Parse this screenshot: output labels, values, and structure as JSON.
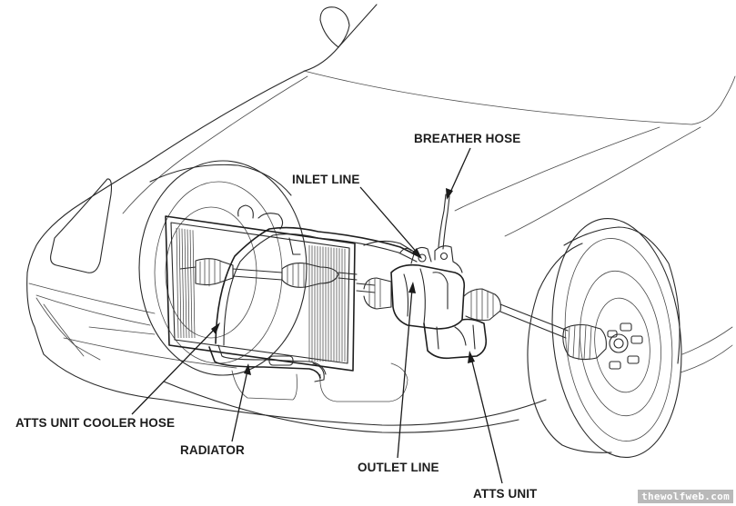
{
  "diagram": {
    "title": "ATTS system component locations",
    "labels": {
      "breather_hose": "BREATHER HOSE",
      "inlet_line": "INLET LINE",
      "atts_unit_cooler_hose": "ATTS UNIT COOLER HOSE",
      "radiator": "RADIATOR",
      "outlet_line": "OUTLET LINE",
      "atts_unit": "ATTS UNIT"
    },
    "watermark": "thewolfweb.com",
    "colors": {
      "line": "#2a2a2a",
      "background": "#ffffff",
      "watermark_bg": "#b9b9b9"
    }
  }
}
